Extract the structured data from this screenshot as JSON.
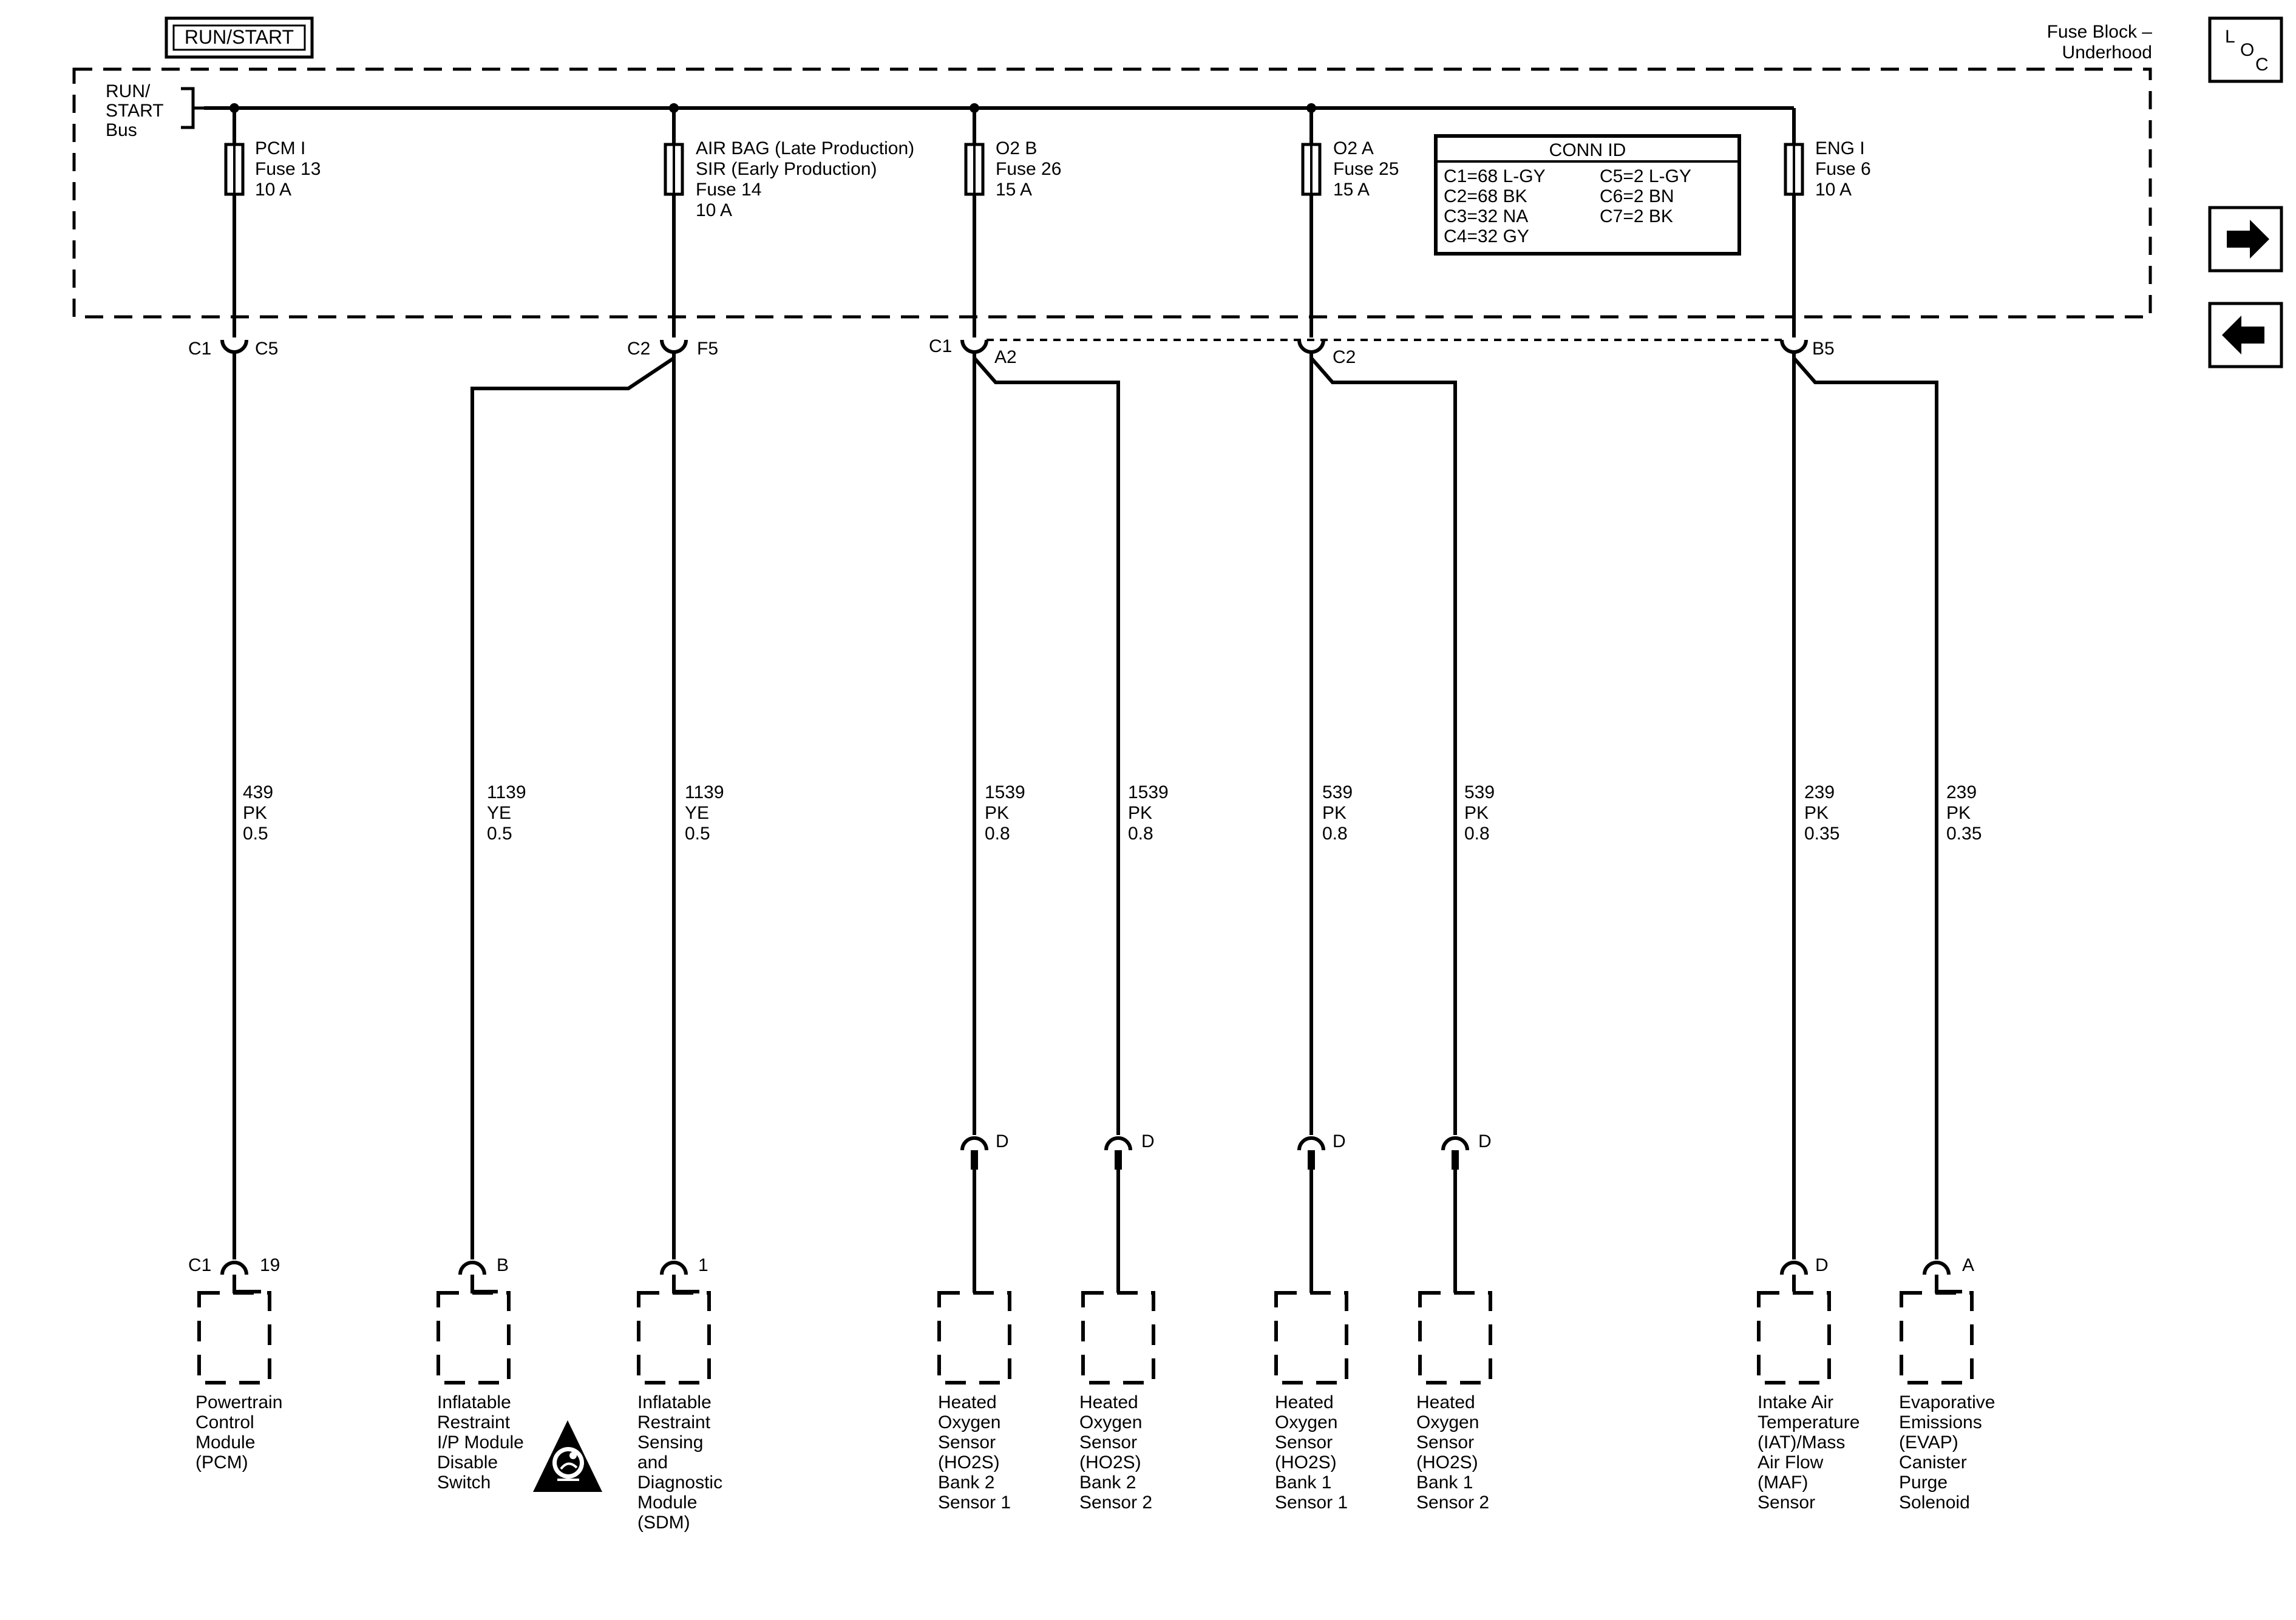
{
  "header": {
    "power_mode": "RUN/START",
    "fuse_block_line1": "Fuse Block –",
    "fuse_block_line2": "Underhood",
    "bus_line1": "RUN/",
    "bus_line2": "START",
    "bus_line3": "Bus"
  },
  "nav": {
    "loc_l": "L",
    "loc_o": "O",
    "loc_c": "C"
  },
  "fuses": [
    {
      "name": "PCM I",
      "fuse": "Fuse 13",
      "amps": "10 A"
    },
    {
      "name": "AIR BAG (Late Production)",
      "name2": "SIR (Early Production)",
      "fuse": "Fuse 14",
      "amps": "10 A"
    },
    {
      "name": "O2 B",
      "fuse": "Fuse 26",
      "amps": "15 A"
    },
    {
      "name": "O2 A",
      "fuse": "Fuse 25",
      "amps": "15 A"
    },
    {
      "name": "ENG I",
      "fuse": "Fuse 6",
      "amps": "10 A"
    }
  ],
  "conn_id": {
    "title": "CONN ID",
    "left": [
      "C1=68 L-GY",
      "C2=68 BK",
      "C3=32 NA",
      "C4=32 GY"
    ],
    "right": [
      "C5=2 L-GY",
      "C6=2 BN",
      "C7=2 BK"
    ]
  },
  "connectors": {
    "c1": "C1",
    "c5": "C5",
    "c2": "C2",
    "f5": "F5",
    "c1b": "C1",
    "a2": "A2",
    "c2b": "C2",
    "b5": "B5"
  },
  "wires": [
    {
      "circuit": "439",
      "color": "PK",
      "gauge": "0.5"
    },
    {
      "circuit": "1139",
      "color": "YE",
      "gauge": "0.5"
    },
    {
      "circuit": "1139",
      "color": "YE",
      "gauge": "0.5"
    },
    {
      "circuit": "1539",
      "color": "PK",
      "gauge": "0.8"
    },
    {
      "circuit": "1539",
      "color": "PK",
      "gauge": "0.8"
    },
    {
      "circuit": "539",
      "color": "PK",
      "gauge": "0.8"
    },
    {
      "circuit": "539",
      "color": "PK",
      "gauge": "0.8"
    },
    {
      "circuit": "239",
      "color": "PK",
      "gauge": "0.35"
    },
    {
      "circuit": "239",
      "color": "PK",
      "gauge": "0.35"
    }
  ],
  "inline_pins": [
    "D",
    "D",
    "D",
    "D"
  ],
  "terminals": {
    "pcm_conn": "C1",
    "pcm_pin": "19",
    "switch_pin": "B",
    "sdm_pin": "1",
    "iat_pin": "D",
    "evap_pin": "A"
  },
  "components": [
    {
      "lines": [
        "Powertrain",
        "Control",
        "Module",
        "(PCM)"
      ]
    },
    {
      "lines": [
        "Inflatable",
        "Restraint",
        "I/P Module",
        "Disable",
        "Switch"
      ]
    },
    {
      "lines": [
        "Inflatable",
        "Restraint",
        "Sensing",
        "and",
        "Diagnostic",
        "Module",
        "(SDM)"
      ]
    },
    {
      "lines": [
        "Heated",
        "Oxygen",
        "Sensor",
        "(HO2S)",
        "Bank 2",
        "Sensor 1"
      ]
    },
    {
      "lines": [
        "Heated",
        "Oxygen",
        "Sensor",
        "(HO2S)",
        "Bank 2",
        "Sensor 2"
      ]
    },
    {
      "lines": [
        "Heated",
        "Oxygen",
        "Sensor",
        "(HO2S)",
        "Bank 1",
        "Sensor 1"
      ]
    },
    {
      "lines": [
        "Heated",
        "Oxygen",
        "Sensor",
        "(HO2S)",
        "Bank 1",
        "Sensor 2"
      ]
    },
    {
      "lines": [
        "Intake Air",
        "Temperature",
        "(IAT)/Mass",
        "Air Flow",
        "(MAF)",
        "Sensor"
      ]
    },
    {
      "lines": [
        "Evaporative",
        "Emissions",
        "(EVAP)",
        "Canister",
        "Purge",
        "Solenoid"
      ]
    }
  ]
}
